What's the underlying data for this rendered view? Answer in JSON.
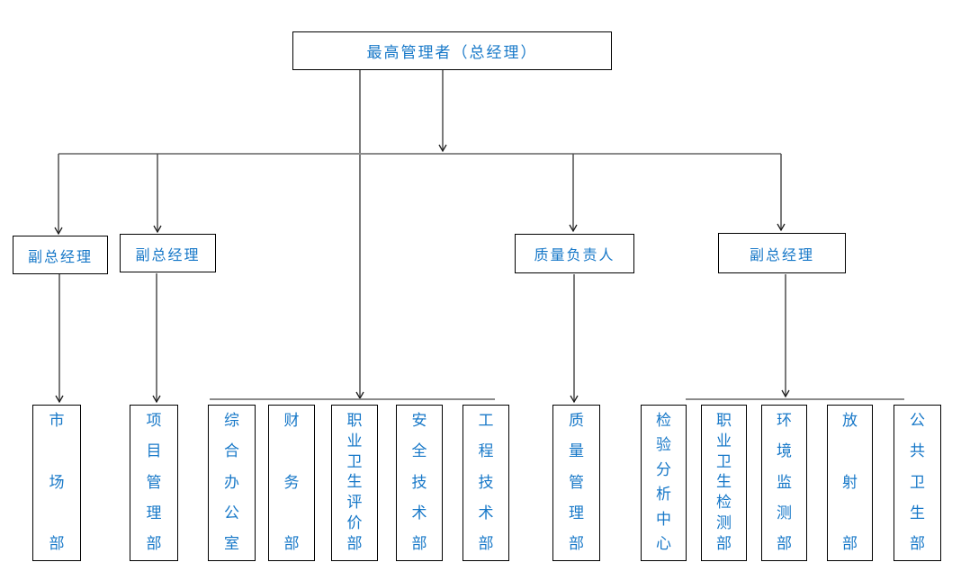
{
  "title": "最高管理者（总经理）",
  "colors": {
    "text_blue": "#1778C8",
    "line_gray": "#8a8a8a",
    "line_dark": "#4d4d4d",
    "box_border": "#000000"
  },
  "level2": [
    {
      "label": "副总经理"
    },
    {
      "label": "副总经理"
    },
    {
      "label": "质量负责人"
    },
    {
      "label": "副总经理"
    }
  ],
  "departments": [
    {
      "name": "市场部"
    },
    {
      "name": "项目管理部"
    },
    {
      "name": "综合办公室"
    },
    {
      "name": "财务部"
    },
    {
      "name": "职业卫生评价部"
    },
    {
      "name": "安全技术部"
    },
    {
      "name": "工程技术部"
    },
    {
      "name": "质量管理部"
    },
    {
      "name": "检验分析中心"
    },
    {
      "name": "职业卫生检测部"
    },
    {
      "name": "环境监测部"
    },
    {
      "name": "放射部"
    },
    {
      "name": "公共卫生部"
    }
  ]
}
